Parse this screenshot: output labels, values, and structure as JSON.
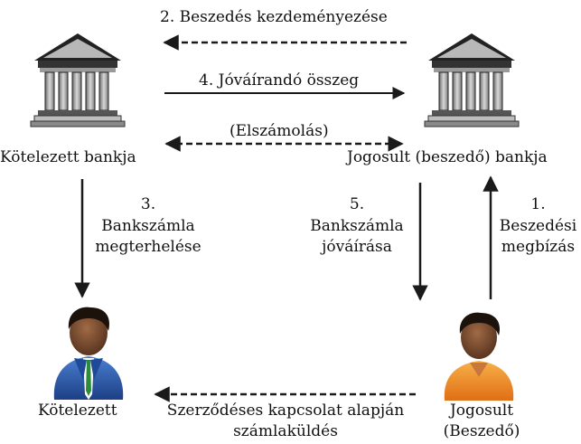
{
  "nodes": {
    "obligor_bank": "Kötelezett bankja",
    "payee_bank": "Jogosult (beszedő) bankja",
    "obligor": "Kötelezett",
    "payee_line1": "Jogosult",
    "payee_line2": "(Beszedő)"
  },
  "flows": {
    "step2": "2. Beszedés kezdeményezése",
    "step4": "4. Jóváírandó összeg",
    "clearing": "(Elszámolás)",
    "step3_num": "3.",
    "step3_line1": "Bankszámla",
    "step3_line2": "megterhelése",
    "step5_num": "5.",
    "step5_line1": "Bankszámla",
    "step5_line2": "jóváírása",
    "step1_num": "1.",
    "step1_line1": "Beszedési",
    "step1_line2": "megbízás",
    "contract_line1": "Szerződéses kapcsolat alapján",
    "contract_line2": "számlaküldés"
  },
  "icons": {
    "bank": "bank-building-icon",
    "obligor_person": "person-blue-suit-icon",
    "payee_person": "person-orange-shirt-icon"
  },
  "colors": {
    "obligor_shirt": "#2f5fb0",
    "payee_shirt": "#f0922a",
    "arrow": "#1a1a1a"
  }
}
